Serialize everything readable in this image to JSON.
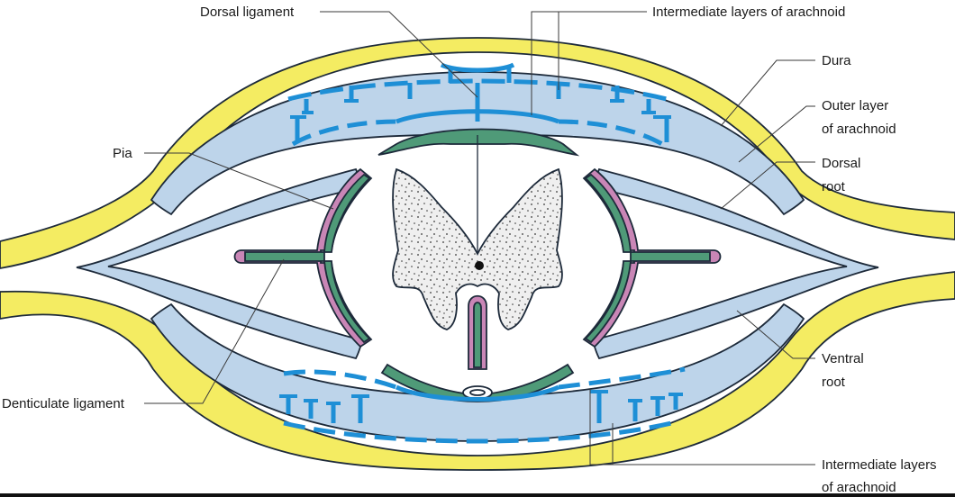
{
  "labels": {
    "dorsal_ligament": "Dorsal ligament",
    "intermediate_top": "Intermediate layers of arachnoid",
    "dura": "Dura",
    "outer_arachnoid_line1": "Outer layer",
    "outer_arachnoid_line2": "of arachnoid",
    "pia": "Pia",
    "dorsal_root_line1": "Dorsal",
    "dorsal_root_line2": "root",
    "ventral_root_line1": "Ventral",
    "ventral_root_line2": "root",
    "denticulate_ligament": "Denticulate ligament",
    "intermediate_bottom_line1": "Intermediate layers",
    "intermediate_bottom_line2": "of arachnoid"
  },
  "colors": {
    "dura": "#f4ec62",
    "arachnoid": "#bdd4ea",
    "intermediate_arachnoid": "#1e8fd6",
    "pia": "#c986b6",
    "cord_surface": "#4f9a78",
    "grey_matter": "#eeeeee"
  }
}
